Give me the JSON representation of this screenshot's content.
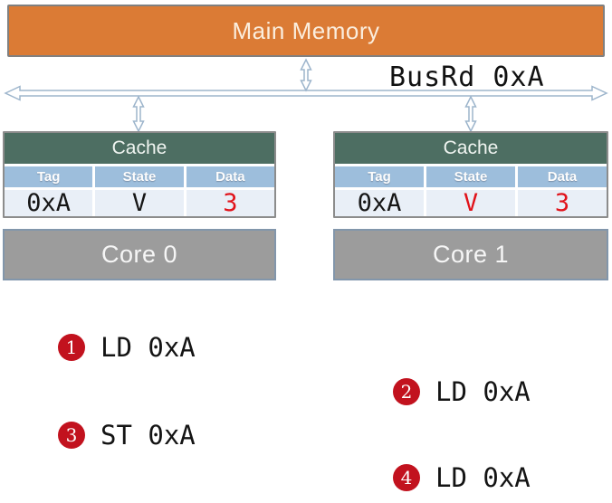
{
  "memory": {
    "label": "Main Memory"
  },
  "bus": {
    "label": "BusRd 0xA"
  },
  "caches": [
    {
      "title": "Cache",
      "columns": [
        "Tag",
        "State",
        "Data"
      ],
      "row": {
        "tag": "0xA",
        "state": "V",
        "data": "3"
      },
      "tag_color": "#161616",
      "state_color": "#161616",
      "data_color": "#e1121a"
    },
    {
      "title": "Cache",
      "columns": [
        "Tag",
        "State",
        "Data"
      ],
      "row": {
        "tag": "0xA",
        "state": "V",
        "data": "3"
      },
      "tag_color": "#161616",
      "state_color": "#e1121a",
      "data_color": "#e1121a"
    }
  ],
  "cores": [
    {
      "label": "Core 0"
    },
    {
      "label": "Core 1"
    }
  ],
  "operations": [
    {
      "num": "1",
      "label": "LD 0xA"
    },
    {
      "num": "2",
      "label": "LD 0xA"
    },
    {
      "num": "3",
      "label": "ST 0xA"
    },
    {
      "num": "4",
      "label": "LD 0xA"
    }
  ],
  "colors": {
    "memory_fill": "#db7b35",
    "memory_border": "#808080",
    "cache_header_green": "#4d6e62",
    "column_header_blue": "#9dbedc",
    "value_row_bg": "#e9eff7",
    "core_fill": "#9c9c9c",
    "core_border": "#8296ab",
    "arrow_blue": "#9db5cc",
    "badge_red": "#c2121e",
    "value_red": "#e1121a"
  }
}
